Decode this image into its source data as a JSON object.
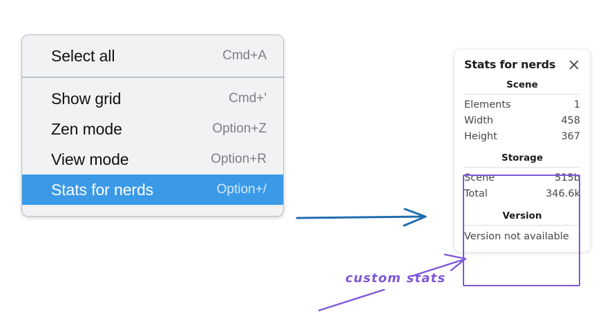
{
  "context_menu": {
    "groups": [
      {
        "items": [
          {
            "label": "Select all",
            "shortcut": "Cmd+A",
            "selected": false
          }
        ]
      },
      {
        "items": [
          {
            "label": "Show grid",
            "shortcut": "Cmd+'",
            "selected": false
          },
          {
            "label": "Zen mode",
            "shortcut": "Option+Z",
            "selected": false
          },
          {
            "label": "View mode",
            "shortcut": "Option+R",
            "selected": false
          },
          {
            "label": "Stats for nerds",
            "shortcut": "Option+/",
            "selected": true
          }
        ]
      }
    ],
    "highlight_color": "#3b9ae8"
  },
  "stats_panel": {
    "title": "Stats for nerds",
    "close_icon": "close-icon",
    "sections": [
      {
        "title": "Scene",
        "rows": [
          {
            "label": "Elements",
            "value": "1"
          },
          {
            "label": "Width",
            "value": "458"
          },
          {
            "label": "Height",
            "value": "367"
          }
        ]
      },
      {
        "title": "Storage",
        "rows": [
          {
            "label": "Scene",
            "value": "515b"
          },
          {
            "label": "Total",
            "value": "346.6k"
          }
        ]
      },
      {
        "title": "Version",
        "text": "Version not available"
      }
    ]
  },
  "annotations": {
    "callout_text": "custom stats",
    "callout_color": "#7e57d8",
    "arrow_color": "#1f6cb0",
    "highlight_box_color": "#7e57d8"
  }
}
